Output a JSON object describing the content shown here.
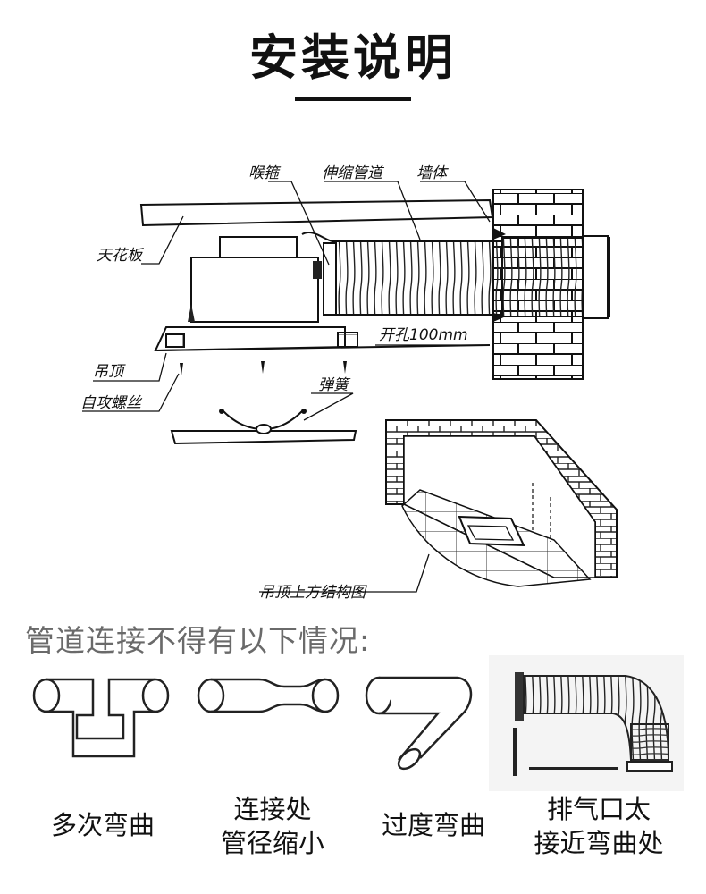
{
  "title": "安装说明",
  "labels": {
    "throat_hoop": "喉箍",
    "flex_duct": "伸缩管道",
    "wall": "墙体",
    "ceiling_board": "天花板",
    "hole_size": "开孔100mm",
    "suspended_ceiling": "吊顶",
    "screws": "自攻螺丝",
    "spring": "弹簧",
    "ceiling_structure": "吊顶上方结构图"
  },
  "warning_heading": "管道连接不得有以下情况:",
  "cases": [
    {
      "caption": [
        "多次弯曲"
      ],
      "icon": "multiple-bends-icon"
    },
    {
      "caption": [
        "连接处",
        "管径缩小"
      ],
      "icon": "narrowed-joint-icon"
    },
    {
      "caption": [
        "过度弯曲"
      ],
      "icon": "over-bend-icon"
    },
    {
      "caption": [
        "排气口太",
        "接近弯曲处"
      ],
      "icon": "outlet-near-bend-icon"
    }
  ]
}
